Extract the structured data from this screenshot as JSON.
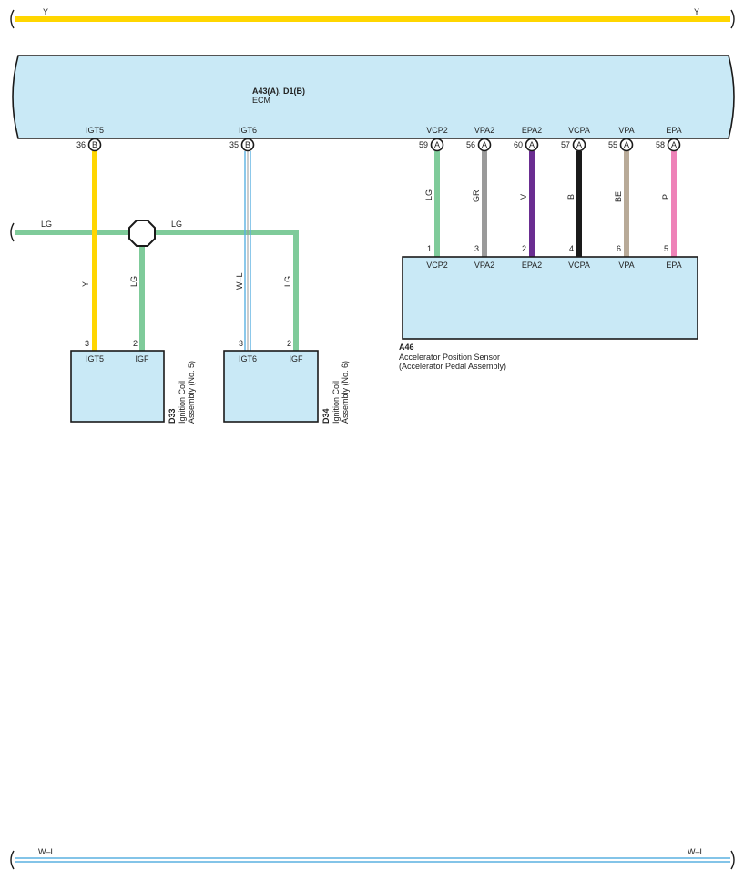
{
  "colors": {
    "Y": "#ffd600",
    "LG": "#7fcb9a",
    "GR": "#9a9a9a",
    "V": "#6a2d91",
    "B": "#1a1a1a",
    "BE": "#b8aa98",
    "P": "#ee82b8",
    "WL_blue": "#5ab0e0",
    "box_fill": "#c9e9f6"
  },
  "top_bus": {
    "left_label": "Y",
    "right_label": "Y"
  },
  "bottom_bus": {
    "left_label": "W–L",
    "right_label": "W–L"
  },
  "ecm": {
    "title": "A43(A), D1(B)",
    "name": "ECM",
    "terminals": [
      {
        "name": "IGT5",
        "pin": "36",
        "conn": "B"
      },
      {
        "name": "IGT6",
        "pin": "35",
        "conn": "B"
      },
      {
        "name": "VCP2",
        "pin": "59",
        "conn": "A"
      },
      {
        "name": "VPA2",
        "pin": "56",
        "conn": "A"
      },
      {
        "name": "EPA2",
        "pin": "60",
        "conn": "A"
      },
      {
        "name": "VCPA",
        "pin": "57",
        "conn": "A"
      },
      {
        "name": "VPA",
        "pin": "55",
        "conn": "A"
      },
      {
        "name": "EPA",
        "pin": "58",
        "conn": "A"
      }
    ]
  },
  "lg_bus": {
    "left_label": "LG",
    "right_label": "LG"
  },
  "wire_labels": {
    "igt5": "Y",
    "igf5": "LG",
    "igt6": "W–L",
    "igf6": "LG",
    "vcp2": "LG",
    "vpa2": "GR",
    "epa2": "V",
    "vcpa": "B",
    "vpa": "BE",
    "epa": "P"
  },
  "coil5": {
    "code": "D33",
    "name_line1": "Ignition Coil",
    "name_line2": "Assembly (No. 5)",
    "pins": [
      {
        "name": "IGT5",
        "pin": "3"
      },
      {
        "name": "IGF",
        "pin": "2"
      }
    ]
  },
  "coil6": {
    "code": "D34",
    "name_line1": "Ignition Coil",
    "name_line2": "Assembly (No. 6)",
    "pins": [
      {
        "name": "IGT6",
        "pin": "3"
      },
      {
        "name": "IGF",
        "pin": "2"
      }
    ]
  },
  "sensor": {
    "code": "A46",
    "name_line1": "Accelerator Position Sensor",
    "name_line2": "(Accelerator Pedal Assembly)",
    "pins": [
      {
        "name": "VCP2",
        "pin": "1"
      },
      {
        "name": "VPA2",
        "pin": "3"
      },
      {
        "name": "EPA2",
        "pin": "2"
      },
      {
        "name": "VCPA",
        "pin": "4"
      },
      {
        "name": "VPA",
        "pin": "6"
      },
      {
        "name": "EPA",
        "pin": "5"
      }
    ]
  }
}
